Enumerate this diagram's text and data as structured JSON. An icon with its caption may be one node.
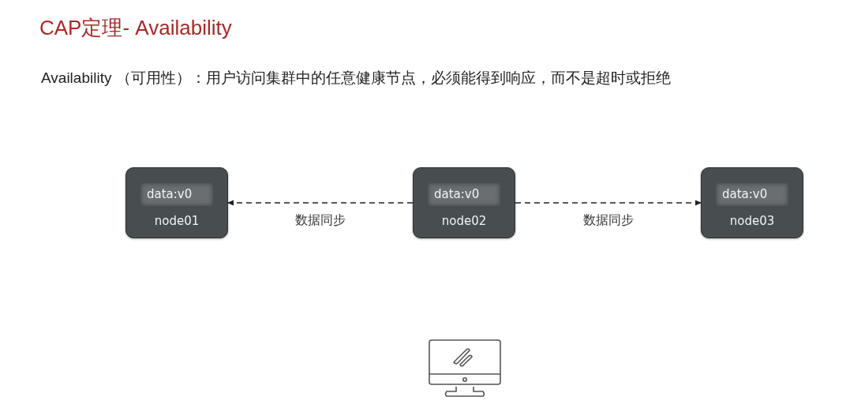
{
  "diagram": {
    "title": "CAP定理- Availability",
    "nodes": [
      {
        "text": [
          "data:v0",
          "node01"
        ]
      },
      {
        "text": [
          "data:v0",
          "node02"
        ]
      },
      {
        "text": [
          "data:v0",
          "node03"
        ]
      }
    ],
    "edges": [
      {
        "from": 1,
        "to": 0,
        "arrow": "to",
        "style": "dashed",
        "label": "数据同步"
      },
      {
        "from": 1,
        "to": 2,
        "arrow": "to",
        "style": "dashed",
        "label": "数据同步"
      }
    ],
    "labels": [
      "Availability （可用性）：用户访问集群中的任意健康节点，必须能得到响应，而不是超时或拒绝"
    ]
  }
}
